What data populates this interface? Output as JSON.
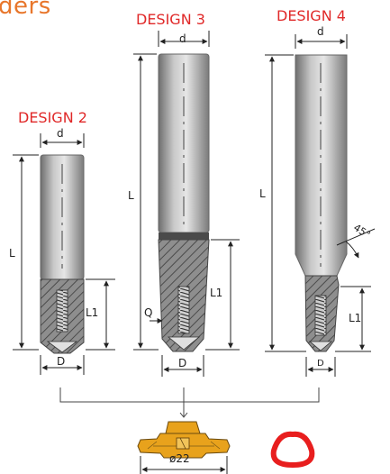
{
  "page": {
    "title_fragment": "ders"
  },
  "designs": [
    {
      "id": "design2",
      "title": "DESIGN 2",
      "labels": {
        "d": "d",
        "L": "L",
        "L1": "L1",
        "D": "D"
      }
    },
    {
      "id": "design3",
      "title": "DESIGN 3",
      "labels": {
        "d": "d",
        "L": "L",
        "L1": "L1",
        "D": "D",
        "Q": "Q"
      }
    },
    {
      "id": "design4",
      "title": "DESIGN 4",
      "labels": {
        "d": "d",
        "L": "L",
        "L1": "L1",
        "D": "D",
        "angle": "45°"
      }
    }
  ],
  "insert": {
    "diameter_label": "ø22",
    "body_color": "#e8a21c",
    "profile_color": "#e81e1e"
  },
  "colors": {
    "title_red": "#e02828",
    "title_orange": "#e8762b",
    "shank_gray": "#9a9a9a"
  }
}
